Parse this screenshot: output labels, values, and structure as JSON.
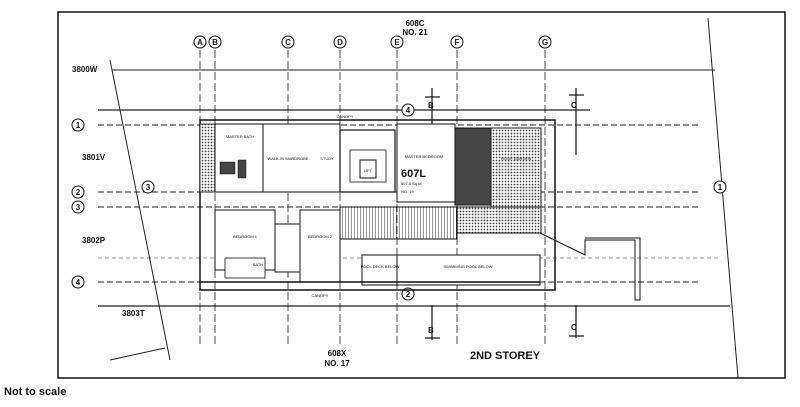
{
  "title": "2ND STOREY",
  "note": "Not to scale",
  "lots": {
    "top": {
      "code": "608C",
      "number": "NO. 21"
    },
    "bottom": {
      "code": "608X",
      "number": "NO. 17"
    },
    "main": {
      "code": "607L",
      "area": "507.5 Sq M",
      "number": "NO. 19"
    },
    "left": [
      "3800W",
      "3801V",
      "3802P",
      "3803T"
    ]
  },
  "grid": {
    "columns": [
      "A",
      "B",
      "C",
      "D",
      "E",
      "F",
      "G"
    ],
    "rows": [
      "1",
      "2",
      "3",
      "4"
    ]
  },
  "rooms": {
    "master_bath": "MASTER BATH",
    "wardrobe": "WALK-IN WARDROBE",
    "study": "STUDY",
    "lift": "LIFT",
    "master_bedroom": "MASTER BEDROOM",
    "roof_garden": "ROOF GARDEN",
    "bedroom1": "BEDROOM 1",
    "bedroom2": "BEDROOM 2",
    "bath": "BATH",
    "pool_deck": "POOL DECK BELOW",
    "pool": "SWIMMING POOL BELOW",
    "canopy": "CANOPY"
  },
  "sections": [
    "B",
    "C"
  ]
}
